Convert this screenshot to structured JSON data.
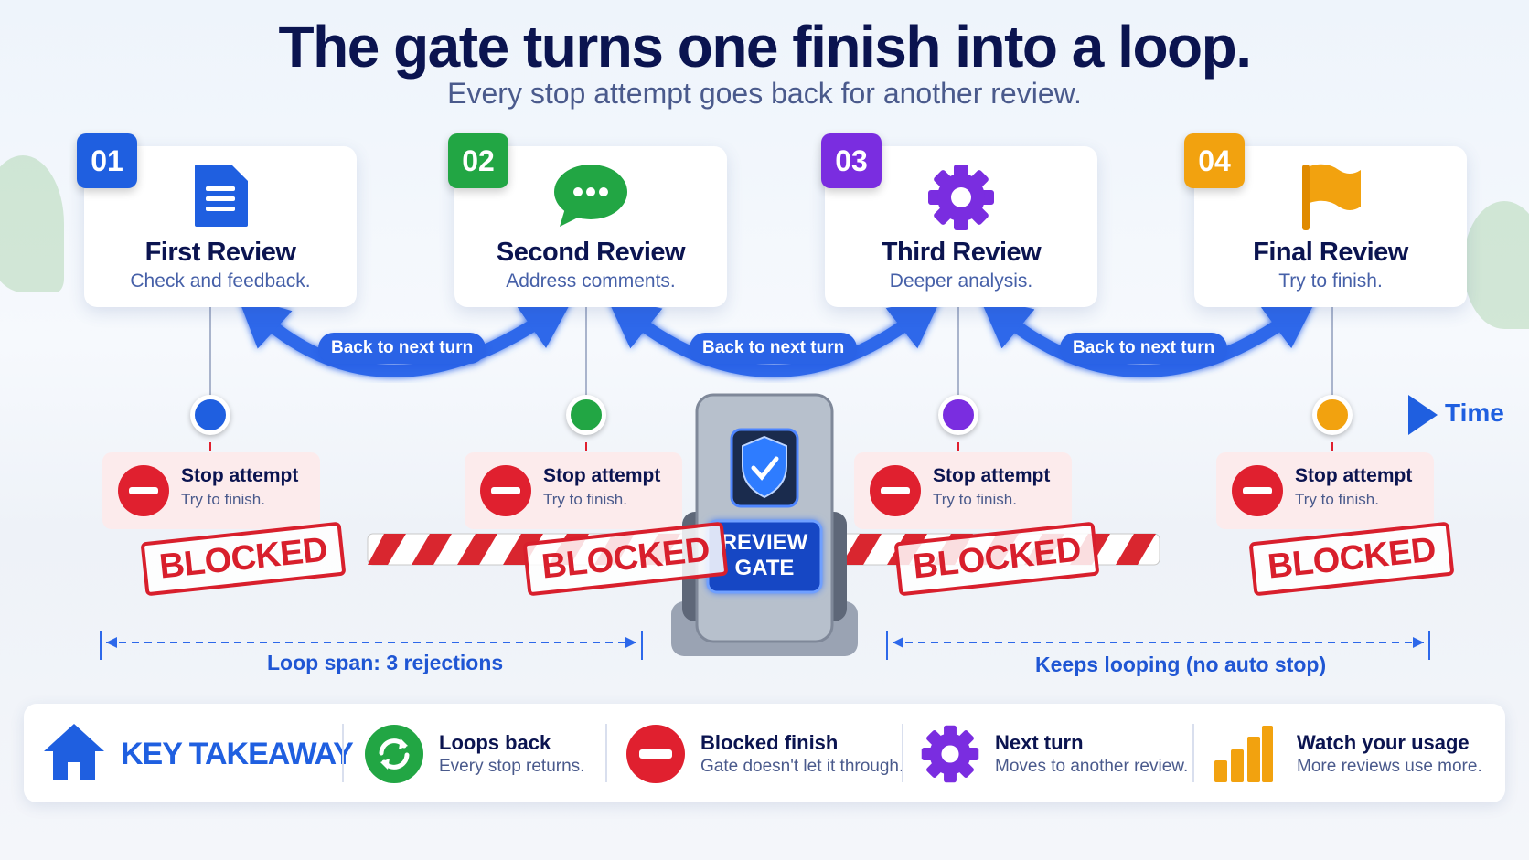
{
  "title": "The gate turns one finish into a loop.",
  "subtitle": "Every stop attempt goes back for another review.",
  "steps": [
    {
      "num": "01",
      "title": "First Review",
      "sub": "Check and feedback.",
      "color": "#1f5fe0",
      "icon": "document-icon"
    },
    {
      "num": "02",
      "title": "Second Review",
      "sub": "Address comments.",
      "color": "#22a644",
      "icon": "chat-bubble-icon"
    },
    {
      "num": "03",
      "title": "Third Review",
      "sub": "Deeper analysis.",
      "color": "#7a2de0",
      "icon": "gear-icon"
    },
    {
      "num": "04",
      "title": "Final Review",
      "sub": "Try to finish.",
      "color": "#f2a20f",
      "icon": "flag-icon"
    }
  ],
  "loop_labels": [
    "Back to next turn",
    "Back to next turn",
    "Back to next turn"
  ],
  "timeline": {
    "label": "Time",
    "color": "#1f5fe0"
  },
  "stops": [
    {
      "title": "Stop attempt",
      "sub": "Try to finish.",
      "stamp": "BLOCKED"
    },
    {
      "title": "Stop attempt",
      "sub": "Try to finish.",
      "stamp": "BLOCKED"
    },
    {
      "title": "Stop attempt",
      "sub": "Try to finish.",
      "stamp": "BLOCKED"
    },
    {
      "title": "Stop attempt",
      "sub": "Try to finish.",
      "stamp": "BLOCKED"
    }
  ],
  "gate": {
    "label_line1": "REVIEW",
    "label_line2": "GATE",
    "icon": "shield-check-icon"
  },
  "spans": {
    "left": "Loop span: 3 rejections",
    "right": "Keeps looping (no auto stop)"
  },
  "takeaway": {
    "heading": "KEY TAKEAWAY",
    "items": [
      {
        "title": "Loops back",
        "sub": "Every stop returns.",
        "icon": "refresh-icon",
        "color": "#22a644"
      },
      {
        "title": "Blocked finish",
        "sub": "Gate doesn't let it through.",
        "icon": "no-entry-icon",
        "color": "#e0202f"
      },
      {
        "title": "Next turn",
        "sub": "Moves to another review.",
        "icon": "gear-icon",
        "color": "#7a2de0"
      },
      {
        "title": "Watch your usage",
        "sub": "More reviews use more.",
        "icon": "bar-chart-icon",
        "color": "#f2a20f"
      }
    ]
  },
  "colors": {
    "stop_red": "#e0202f",
    "accent_blue": "#1f5fe0",
    "heading_navy": "#0b1450"
  }
}
